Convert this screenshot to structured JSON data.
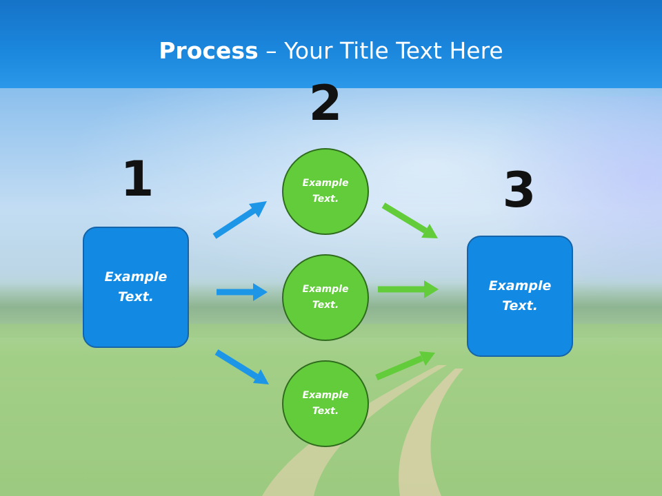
{
  "title": {
    "bold": "Process",
    "rest": " – Your Title Text Here"
  },
  "steps": {
    "one": "1",
    "two": "2",
    "three": "3"
  },
  "boxes": {
    "left": "Example Text.",
    "right": "Example Text."
  },
  "circles": {
    "top": "Example Text.",
    "middle": "Example Text.",
    "bottom": "Example Text."
  },
  "colors": {
    "header": "#1a86dc",
    "box": "#128ae3",
    "circle": "#62cc3b",
    "blue_arrow": "#1e96e8",
    "green_arrow": "#62cc3b"
  }
}
